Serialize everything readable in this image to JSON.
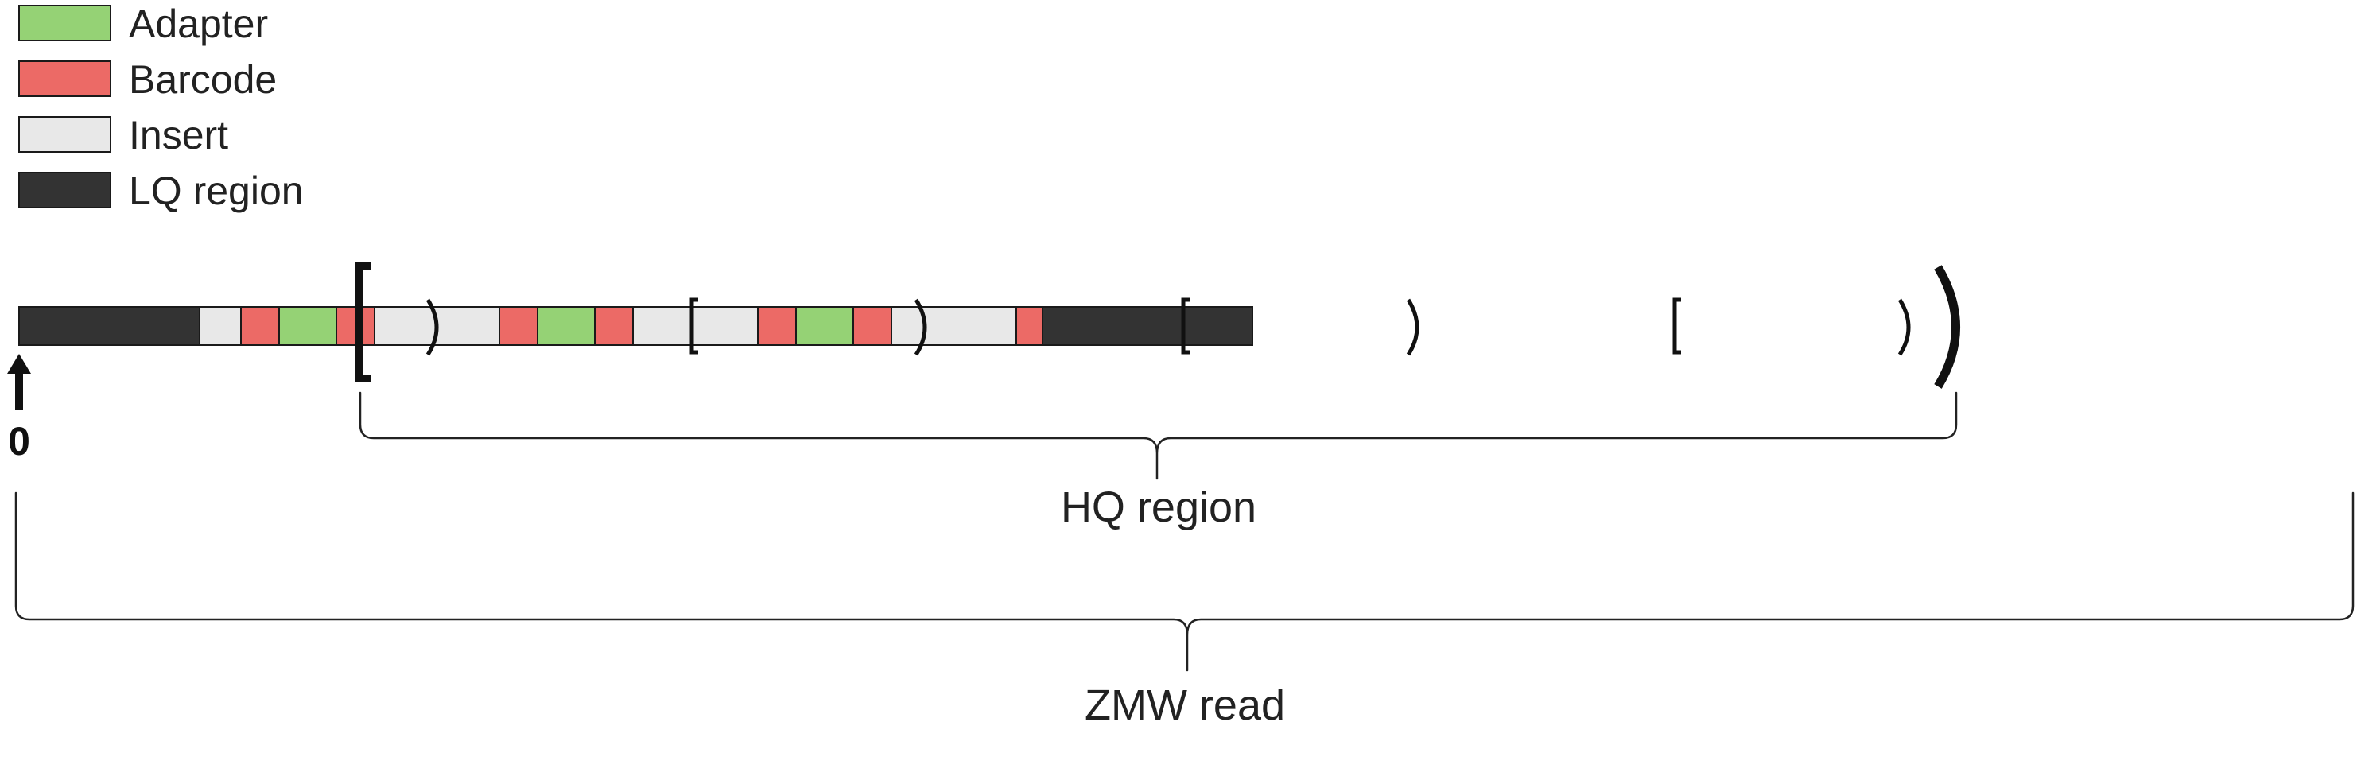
{
  "colors": {
    "adapter": "#95d275",
    "barcode": "#ec6a66",
    "insert": "#e8e8e8",
    "lq": "#333333",
    "outline": "#1a1a1a"
  },
  "legend": [
    {
      "label": "Adapter",
      "color_key": "adapter"
    },
    {
      "label": "Barcode",
      "color_key": "barcode"
    },
    {
      "label": "Insert",
      "color_key": "insert"
    },
    {
      "label": "LQ region",
      "color_key": "lq"
    }
  ],
  "read": {
    "segments": [
      {
        "type": "lq",
        "length": 227
      },
      {
        "type": "insert",
        "length": 52
      },
      {
        "type": "barcode",
        "length": 48
      },
      {
        "type": "adapter",
        "length": 72
      },
      {
        "type": "barcode",
        "length": 48
      },
      {
        "type": "insert",
        "length": 157
      },
      {
        "type": "barcode",
        "length": 48
      },
      {
        "type": "adapter",
        "length": 72
      },
      {
        "type": "barcode",
        "length": 48
      },
      {
        "type": "insert",
        "length": 157
      },
      {
        "type": "barcode",
        "length": 48
      },
      {
        "type": "adapter",
        "length": 72
      },
      {
        "type": "barcode",
        "length": 48
      },
      {
        "type": "insert",
        "length": 157
      },
      {
        "type": "barcode",
        "length": 33
      },
      {
        "type": "lq",
        "length": 264
      }
    ],
    "start_label": "0"
  },
  "hq_region": {
    "label": "HQ region"
  },
  "zmw_read": {
    "label": "ZMW read"
  }
}
